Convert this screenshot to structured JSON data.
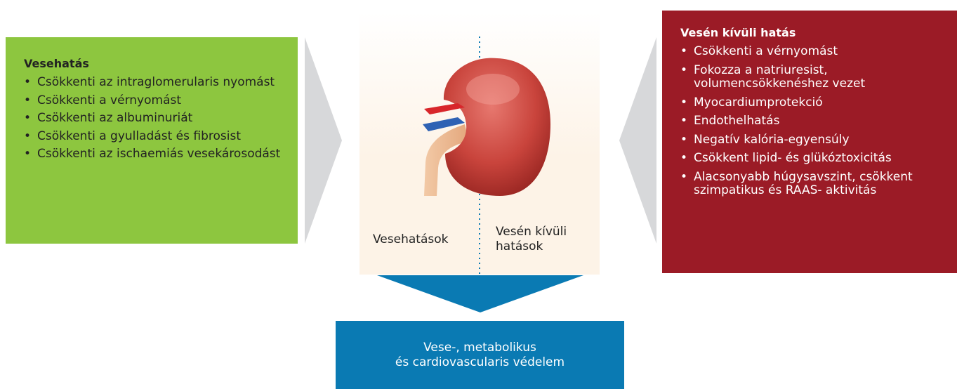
{
  "colors": {
    "green": "#8dc63f",
    "red": "#9b1b26",
    "blue": "#0a7ab3",
    "grey_chevron": "#d7d8da",
    "center_background": "#fdf3e7",
    "dotted_line": "#0a7ab3"
  },
  "renal_panel": {
    "title": "Vesehatás",
    "items": [
      "Csökkenti az intraglomerularis nyomást",
      "Csökkenti a vérnyomást",
      "Csökkenti az albuminuriát",
      "Csökkenti a gyulladást és fibrosist",
      "Csökkenti az ischaemiás vesekárosodást"
    ]
  },
  "extrarenal_panel": {
    "title": "Vesén kívüli hatás",
    "items": [
      "Csökkenti a vérnyomást",
      "Fokozza a natriuresist, volumencsökkenéshez vezet",
      "Myocardiumprotekció",
      "Endothelhatás",
      "Negatív kalória-egyensúly",
      "Csökkent lipid- és glükóztoxicitás",
      "Alacsonyabb húgysavszint, csökkent szimpatikus és RAAS- aktivitás"
    ]
  },
  "center": {
    "left_label": "Vesehatások",
    "right_label": "Vesén kívüli hatások"
  },
  "outcome": {
    "line1": "Vese-, metabolikus",
    "line2": "és cardiovascularis védelem"
  }
}
